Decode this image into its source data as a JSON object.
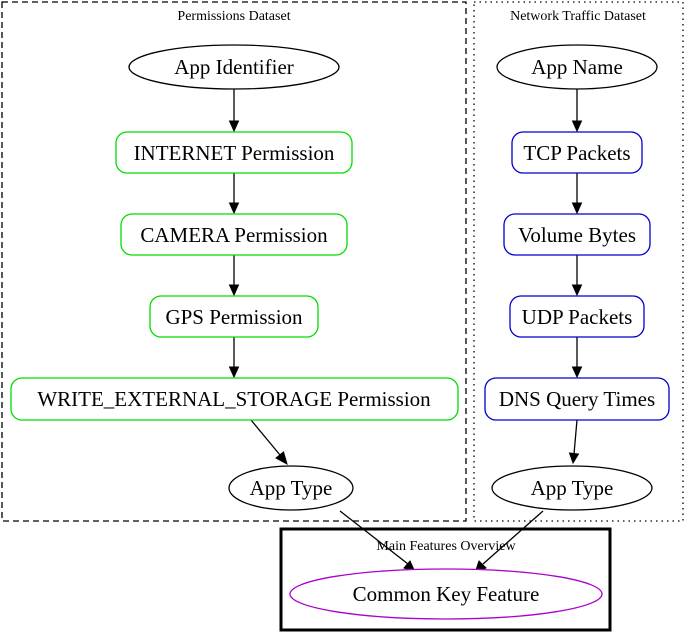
{
  "clusters": {
    "permissions": {
      "label": "Permissions Dataset"
    },
    "network": {
      "label": "Network Traffic Dataset"
    },
    "main": {
      "label": "Main Features Overview"
    }
  },
  "nodes": {
    "app_identifier": "App Identifier",
    "internet_permission": "INTERNET Permission",
    "camera_permission": "CAMERA Permission",
    "gps_permission": "GPS Permission",
    "write_storage_permission": "WRITE_EXTERNAL_STORAGE Permission",
    "app_type_left": "App Type",
    "app_name": "App Name",
    "tcp_packets": "TCP Packets",
    "volume_bytes": "Volume Bytes",
    "udp_packets": "UDP Packets",
    "dns_query_times": "DNS Query Times",
    "app_type_right": "App Type",
    "common_key_feature": "Common Key Feature"
  },
  "colors": {
    "permission_border": "#00dd00",
    "network_border": "#0000cc",
    "common_border": "#aa00cc"
  }
}
